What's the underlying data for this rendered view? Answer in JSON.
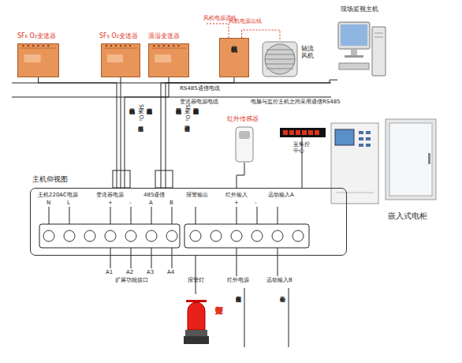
{
  "diagram": {
    "nodes": [
      {
        "text": [
          "SF₆ O₂变送器"
        ]
      },
      {
        "text": [
          "SF₆ O₂变送器"
        ]
      },
      {
        "text": [
          "温湿变送器"
        ]
      },
      {
        "text": [
          "风机控制器"
        ]
      },
      {
        "text": [
          "轴流风机"
        ]
      },
      {
        "text": [
          "现场监视主机"
        ]
      },
      {
        "text": [
          "红外传感器"
        ]
      },
      {
        "text": [
          "嵌入式电柜"
        ]
      },
      {
        "text": [
          "主机仰视图"
        ]
      },
      {
        "text": [
          "报警灯"
        ]
      }
    ],
    "edges": [
      {
        "from": 0,
        "to": 8,
        "arrow": "none"
      },
      {
        "from": 1,
        "to": 8,
        "arrow": "none"
      },
      {
        "from": 2,
        "to": 8,
        "arrow": "none"
      },
      {
        "from": 3,
        "to": 8,
        "arrow": "none"
      },
      {
        "from": 3,
        "to": 4,
        "arrow": "none",
        "label": "风机电源出线"
      },
      {
        "from": 5,
        "to": 8,
        "arrow": "none"
      },
      {
        "from": 6,
        "to": 8,
        "arrow": "none"
      },
      {
        "from": 9,
        "to": 8,
        "arrow": "none"
      }
    ],
    "labels": [
      "风机电源进线",
      "RS485通信电缆",
      "变送器电源电缆",
      "电脑与监控主机之间采用通信RS485",
      "风机控制器电源",
      "至SF₆ O₂变送器电源",
      "至温湿度控制器电源",
      "风机控制器通信口",
      "至SF₆ O₂变送器通信口",
      "至温湿度控制器通信口",
      "至集控中心",
      "主机220AC电源",
      "N",
      "L",
      "变送器电源",
      "+",
      "-",
      "485通信",
      "A",
      "B",
      "报警输出",
      "红外输入",
      "+",
      "-",
      "远动输入A",
      "A1",
      "A2",
      "A3",
      "A4",
      "扩展功能接口",
      "报警灯",
      "红外电源",
      "远动输入B",
      "至红外报警电源",
      "至集控中心"
    ]
  }
}
